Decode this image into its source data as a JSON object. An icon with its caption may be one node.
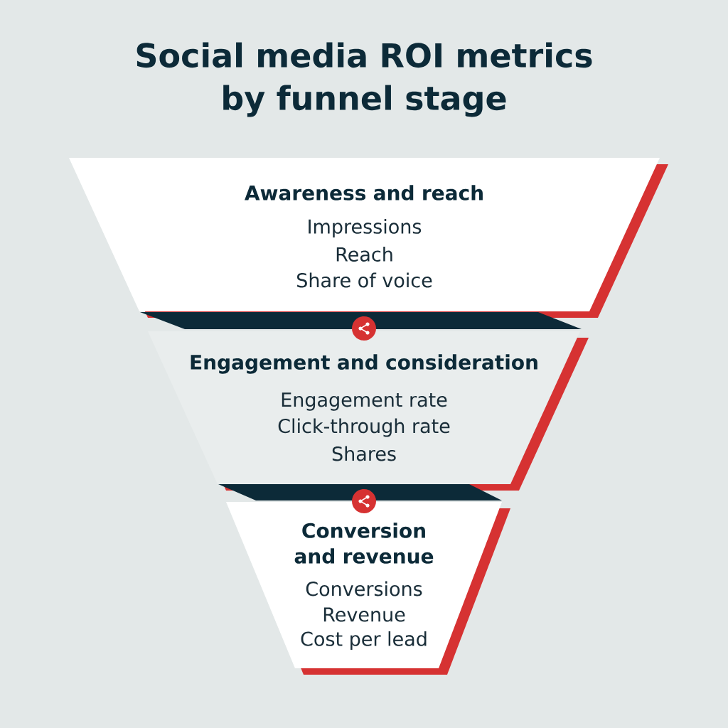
{
  "diagram": {
    "title": "Social media ROI metrics by funnel stage",
    "nodes": [
      {
        "text": [
          "Awareness and reach",
          "Impressions",
          "Reach",
          "Share of voice"
        ]
      },
      {
        "text": [
          "Engagement and consideration",
          "Engagement rate",
          "Click-through rate",
          "Shares"
        ]
      },
      {
        "text": [
          "Conversion and revenue",
          "Conversions",
          "Revenue",
          "Cost per lead"
        ]
      }
    ]
  }
}
